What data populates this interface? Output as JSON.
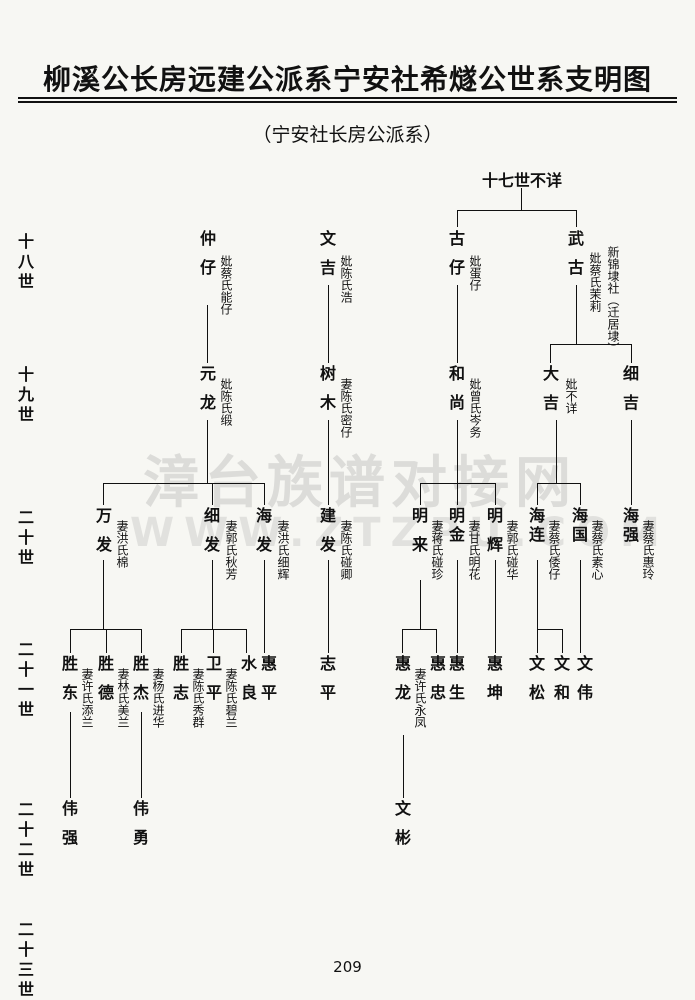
{
  "title": "柳溪公长房远建公派系宁安社希燧公世系支明图",
  "subtitle": "（宁安社长房公派系）",
  "root": "十七世不详",
  "generations": [
    "十\n八\n世",
    "十\n九\n世",
    "二\n十\n世",
    "二\n十\n一\n世",
    "二\n十\n二\n世",
    "二\n十\n三\n世"
  ],
  "people": {
    "p18a": {
      "name": "仲仔",
      "spouse": "妣蔡氏能仔"
    },
    "p18b": {
      "name": "文吉",
      "spouse": "妣陈氏浩"
    },
    "p18c": {
      "name": "古仔",
      "spouse": "妣蛋仔"
    },
    "p18d": {
      "name": "武古",
      "spouse": "妣蔡氏茉莉",
      "note": "新锦埭社（迁居埭）"
    },
    "p19a": {
      "name": "元龙",
      "spouse": "妣陈氏缎"
    },
    "p19b": {
      "name": "树木",
      "spouse": "妻陈氏密仔"
    },
    "p19c": {
      "name": "和尚",
      "spouse": "妣曾氏岑务"
    },
    "p19d": {
      "name": "大吉",
      "spouse": "妣不详"
    },
    "p19e": {
      "name": "细吉",
      "spouse": ""
    },
    "p20a": {
      "name": "万发",
      "spouse": "妻洪氏棉"
    },
    "p20b": {
      "name": "细发",
      "spouse": "妻郭氏秋芳"
    },
    "p20c": {
      "name": "海发",
      "spouse": "妻洪氏细辉"
    },
    "p20d": {
      "name": "建发",
      "spouse": "妻陈氏碰卿"
    },
    "p20e": {
      "name": "明来",
      "spouse": "妻蒋氏碰珍"
    },
    "p20f": {
      "name": "明金",
      "spouse": "妻甘氏明花"
    },
    "p20g": {
      "name": "明辉",
      "spouse": "妻郭氏碰华"
    },
    "p20h": {
      "name": "海连",
      "spouse": "妻蔡氏倭仔"
    },
    "p20i": {
      "name": "海国",
      "spouse": "妻蔡氏素心"
    },
    "p20j": {
      "name": "海强",
      "spouse": "妻蔡氏惠玲"
    },
    "p21a": {
      "name": "胜东",
      "spouse": "妻许氏添兰"
    },
    "p21b": {
      "name": "胜德",
      "spouse": "妻林氏美兰"
    },
    "p21c": {
      "name": "胜杰",
      "spouse": "妻杨氏进华"
    },
    "p21d": {
      "name": "胜志",
      "spouse": "妻陈氏秀群"
    },
    "p21e": {
      "name": "卫平",
      "spouse": "妻陈氏碧兰"
    },
    "p21f": {
      "name": "水良",
      "spouse": ""
    },
    "p21g": {
      "name": "惠平",
      "spouse": ""
    },
    "p21h": {
      "name": "志平",
      "spouse": ""
    },
    "p21i": {
      "name": "惠龙",
      "spouse": "妻许氏永凤"
    },
    "p21j": {
      "name": "惠忠",
      "spouse": ""
    },
    "p21k": {
      "name": "惠生",
      "spouse": ""
    },
    "p21l": {
      "name": "惠坤",
      "spouse": ""
    },
    "p21m": {
      "name": "文松",
      "spouse": ""
    },
    "p21n": {
      "name": "文和",
      "spouse": ""
    },
    "p21o": {
      "name": "文伟",
      "spouse": ""
    },
    "p22a": {
      "name": "伟强",
      "spouse": ""
    },
    "p22b": {
      "name": "伟勇",
      "spouse": ""
    },
    "p22c": {
      "name": "文彬",
      "spouse": ""
    }
  },
  "watermark": "漳台族谱对接网",
  "watermark_url": "WWW.ZTZPU.COM",
  "page_number": "209"
}
